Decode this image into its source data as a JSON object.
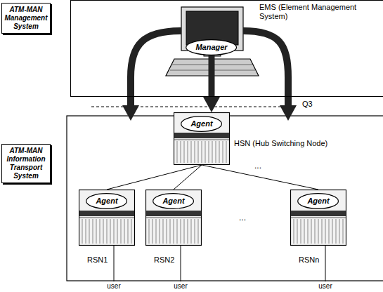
{
  "diagram": {
    "nodes": [
      {
        "text": [
          "ATM-MAN Management System"
        ]
      },
      {
        "text": [
          "EMS (Element Management System)"
        ]
      },
      {
        "text": [
          "Manager"
        ],
        "in": 1
      },
      {
        "text": [
          "ATM-MAN Information Transport System"
        ]
      },
      {
        "text": [
          "HSN (Hub Switching Node)"
        ]
      },
      {
        "text": [
          "Agent"
        ],
        "in": 4
      },
      {
        "text": [
          "RSN1"
        ]
      },
      {
        "text": [
          "Agent"
        ],
        "in": 6
      },
      {
        "text": [
          "RSN2"
        ]
      },
      {
        "text": [
          "Agent"
        ],
        "in": 8
      },
      {
        "text": [
          "RSNn"
        ]
      },
      {
        "text": [
          "Agent"
        ],
        "in": 10
      }
    ],
    "edges": [
      {
        "from": 2,
        "to": 4,
        "arrow": "to"
      },
      {
        "from": 4,
        "to": 6,
        "arrow": "none"
      },
      {
        "from": 4,
        "to": 8,
        "arrow": "none"
      },
      {
        "from": 4,
        "to": 10,
        "arrow": "none"
      }
    ],
    "labels": [
      "Q3",
      "...",
      "...",
      "user",
      "user",
      "user"
    ]
  }
}
